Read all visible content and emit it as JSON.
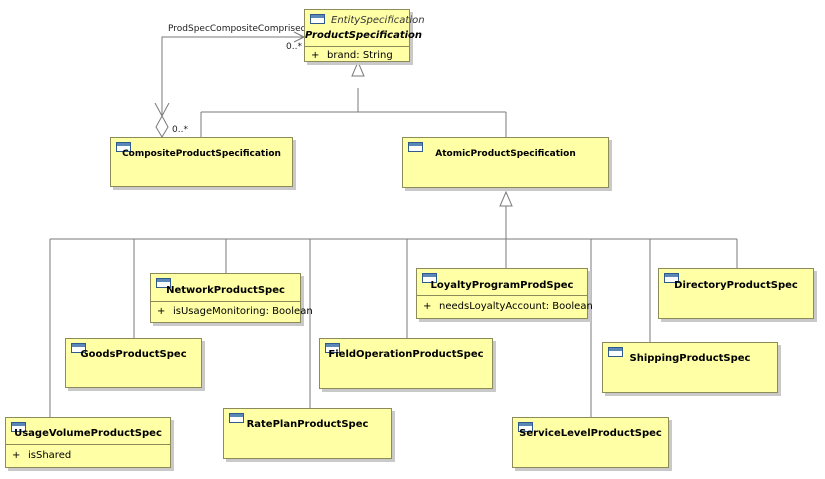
{
  "root": {
    "stereotype": "EntitySpecification",
    "name": "ProductSpecification",
    "attribute": {
      "visibility": "+",
      "text": "brand: String"
    }
  },
  "association": {
    "name": "ProdSpecCompositeComprisedOf",
    "multiplicity_target": "0..*",
    "multiplicity_source": "0..*"
  },
  "composite": {
    "name": "CompositeProductSpecification"
  },
  "atomic": {
    "name": "AtomicProductSpecification"
  },
  "network": {
    "name": "NetworkProductSpec",
    "attribute": {
      "visibility": "+",
      "text": "isUsageMonitoring: Boolean"
    }
  },
  "loyalty": {
    "name": "LoyaltyProgramProdSpec",
    "attribute": {
      "visibility": "+",
      "text": "needsLoyaltyAccount: Boolean"
    }
  },
  "directory": {
    "name": "DirectoryProductSpec"
  },
  "goods": {
    "name": "GoodsProductSpec"
  },
  "fieldop": {
    "name": "FieldOperationProductSpec"
  },
  "shipping": {
    "name": "ShippingProductSpec"
  },
  "usage": {
    "name": "UsageVolumeProductSpec",
    "attribute": {
      "visibility": "+",
      "text": "isShared"
    }
  },
  "rateplan": {
    "name": "RatePlanProductSpec"
  },
  "servicelevel": {
    "name": "ServiceLevelProductSpec"
  },
  "colors": {
    "class_fill": "#ffffa6",
    "class_border": "#8c8c5a",
    "line": "#7a7a7a"
  }
}
